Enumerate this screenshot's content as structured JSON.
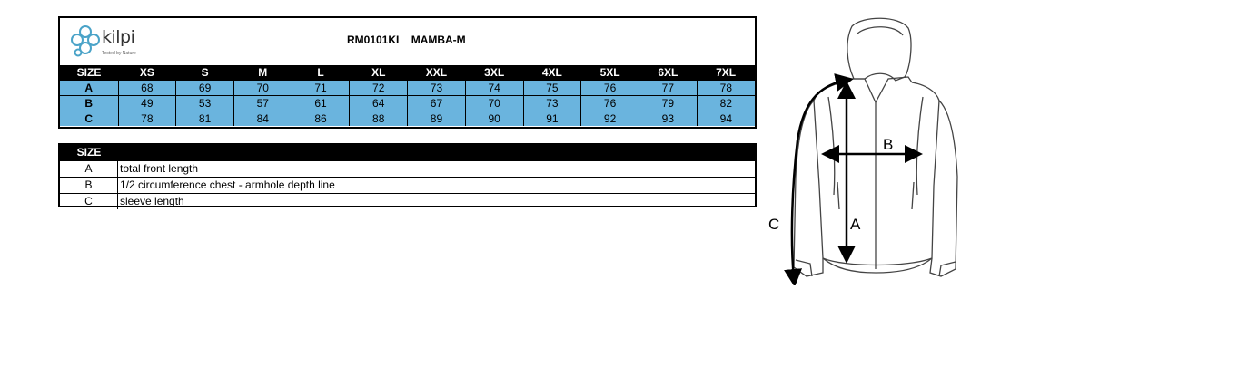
{
  "brand": {
    "name": "kilpi",
    "tagline": "Tested by Nature",
    "icon": "kilpi-knot-logo",
    "accent_color": "#4aa3c8"
  },
  "product_title": "RM0101KI    MAMBA-M",
  "size_chart": {
    "header_label": "SIZE",
    "sizes": [
      "XS",
      "S",
      "M",
      "L",
      "XL",
      "XXL",
      "3XL",
      "4XL",
      "5XL",
      "6XL",
      "7XL"
    ],
    "rows": [
      {
        "label": "A",
        "values": [
          68,
          69,
          70,
          71,
          72,
          73,
          74,
          75,
          76,
          77,
          78
        ]
      },
      {
        "label": "B",
        "values": [
          49,
          53,
          57,
          61,
          64,
          67,
          70,
          73,
          76,
          79,
          82
        ]
      },
      {
        "label": "C",
        "values": [
          78,
          81,
          84,
          86,
          88,
          89,
          90,
          91,
          92,
          93,
          94
        ]
      }
    ],
    "row_color": "#6ab4de",
    "header_color": "#000000"
  },
  "legend": {
    "header_label": "SIZE",
    "items": [
      {
        "key": "A",
        "description": "total front length"
      },
      {
        "key": "B",
        "description": "1/2 circumference chest - armhole depth line"
      },
      {
        "key": "C",
        "description": "sleeve length"
      }
    ]
  },
  "illustration": {
    "labels": {
      "a": "A",
      "b": "B",
      "c": "C"
    }
  }
}
